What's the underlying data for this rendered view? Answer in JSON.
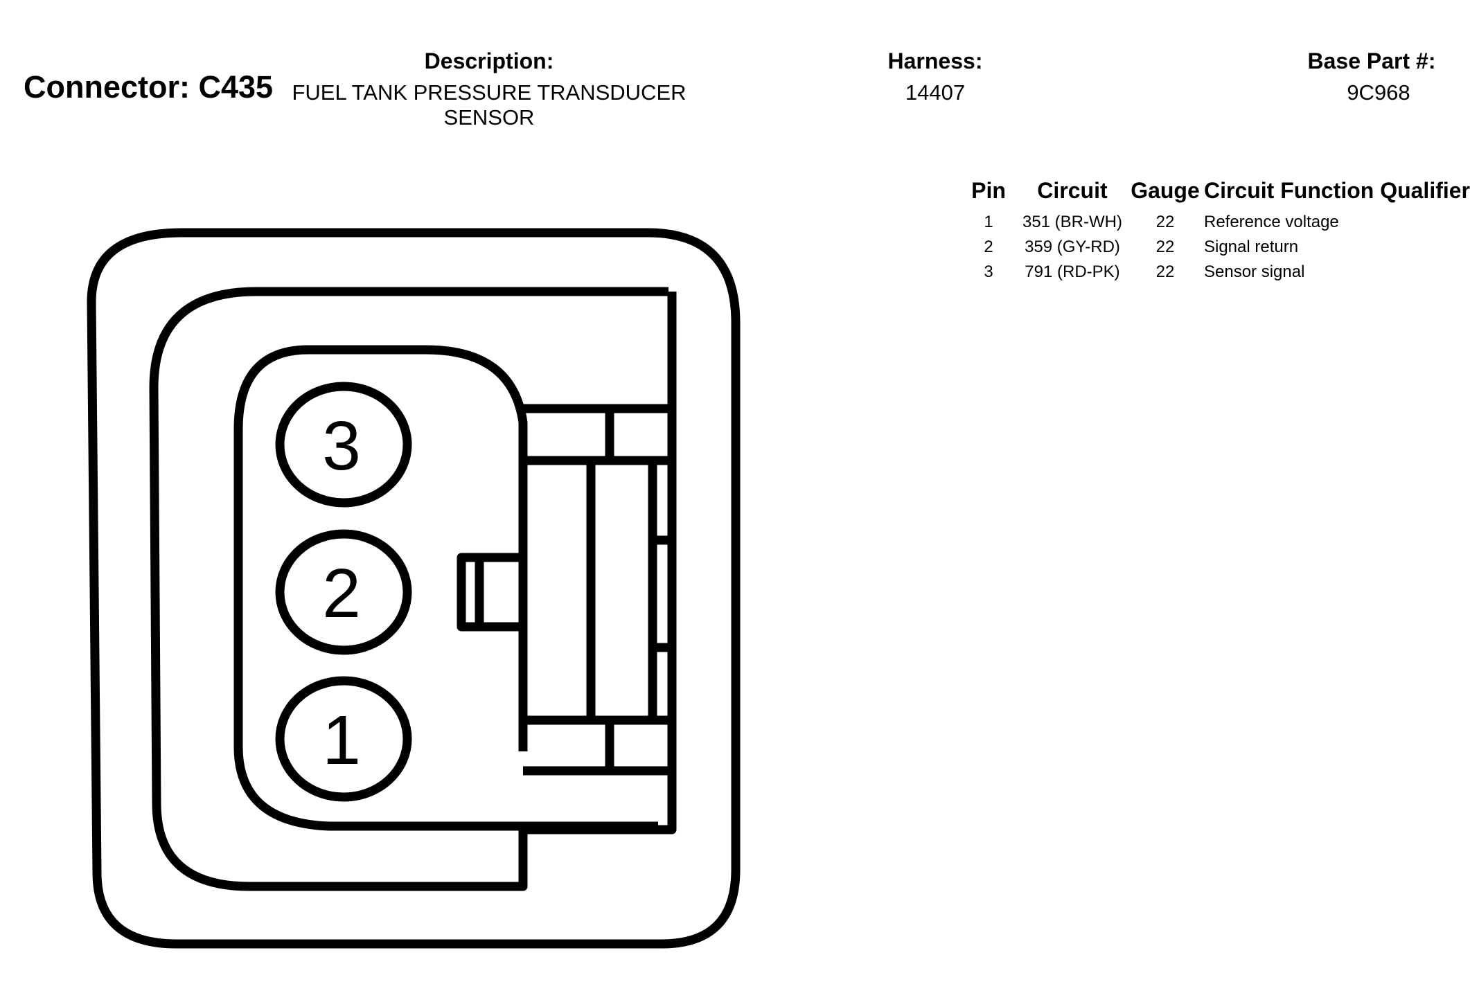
{
  "connector": {
    "title": "Connector: C435"
  },
  "description": {
    "label": "Description:",
    "line1": "FUEL TANK PRESSURE TRANSDUCER",
    "line2": "SENSOR"
  },
  "harness": {
    "label": "Harness:",
    "value": "14407"
  },
  "base_part": {
    "label": "Base Part #:",
    "value": "9C968"
  },
  "pin_table": {
    "headers": [
      "Pin",
      "Circuit",
      "Gauge",
      "Circuit Function Qualifier"
    ],
    "rows": [
      {
        "pin": "1",
        "circuit": "351 (BR-WH)",
        "gauge": "22",
        "function": "Reference voltage"
      },
      {
        "pin": "2",
        "circuit": "359 (GY-RD)",
        "gauge": "22",
        "function": "Signal return"
      },
      {
        "pin": "3",
        "circuit": "791 (RD-PK)",
        "gauge": "22",
        "function": "Sensor signal"
      }
    ]
  },
  "diagram": {
    "pin_labels": [
      "3",
      "2",
      "1"
    ],
    "line_color": "#000000"
  }
}
